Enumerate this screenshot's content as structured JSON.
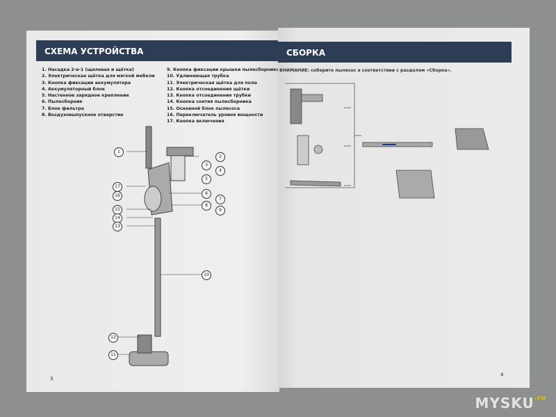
{
  "left_page": {
    "title": "СХЕМА УСТРОЙСТВА",
    "parts": [
      "1. Насадка 2-в-1 (щелевая и щётка)",
      "2. Электрическая щётка для мягкой мебели",
      "3. Кнопка фиксации аккумулятора",
      "4. Аккумуляторный блок",
      "5. Настенное зарядное крепление",
      "6. Пылесборник",
      "7. Блок фильтра",
      "8. Воздуховыпускное отверстие",
      "9. Кнопка фиксации крышки пылесборника",
      "10. Удлиняющая трубка",
      "11. Электрическая щётка для пола",
      "12. Кнопка отсоединения щётки",
      "13. Кнопка отсоединения трубки",
      "14. Кнопка снятия пылесборника",
      "15. Основной блок пылесоса",
      "16. Переключатель уровня мощности",
      "17. Кнопка включения"
    ],
    "callouts": [
      "1",
      "2",
      "3",
      "4",
      "5",
      "17",
      "16",
      "6",
      "7",
      "8",
      "15",
      "9",
      "14",
      "13",
      "10",
      "12",
      "11"
    ],
    "page_number": "3"
  },
  "right_page": {
    "title": "СБОРКА",
    "note": "ВНИМАНИЕ: соберите пылесос в соответствии с разделом «Сборка».",
    "page_number": "4"
  },
  "watermark": {
    "text": "MYSKU",
    "suffix": ".ru"
  },
  "colors": {
    "band": "#2d3d55",
    "paper": "#ececec",
    "background": "#8e9090"
  }
}
